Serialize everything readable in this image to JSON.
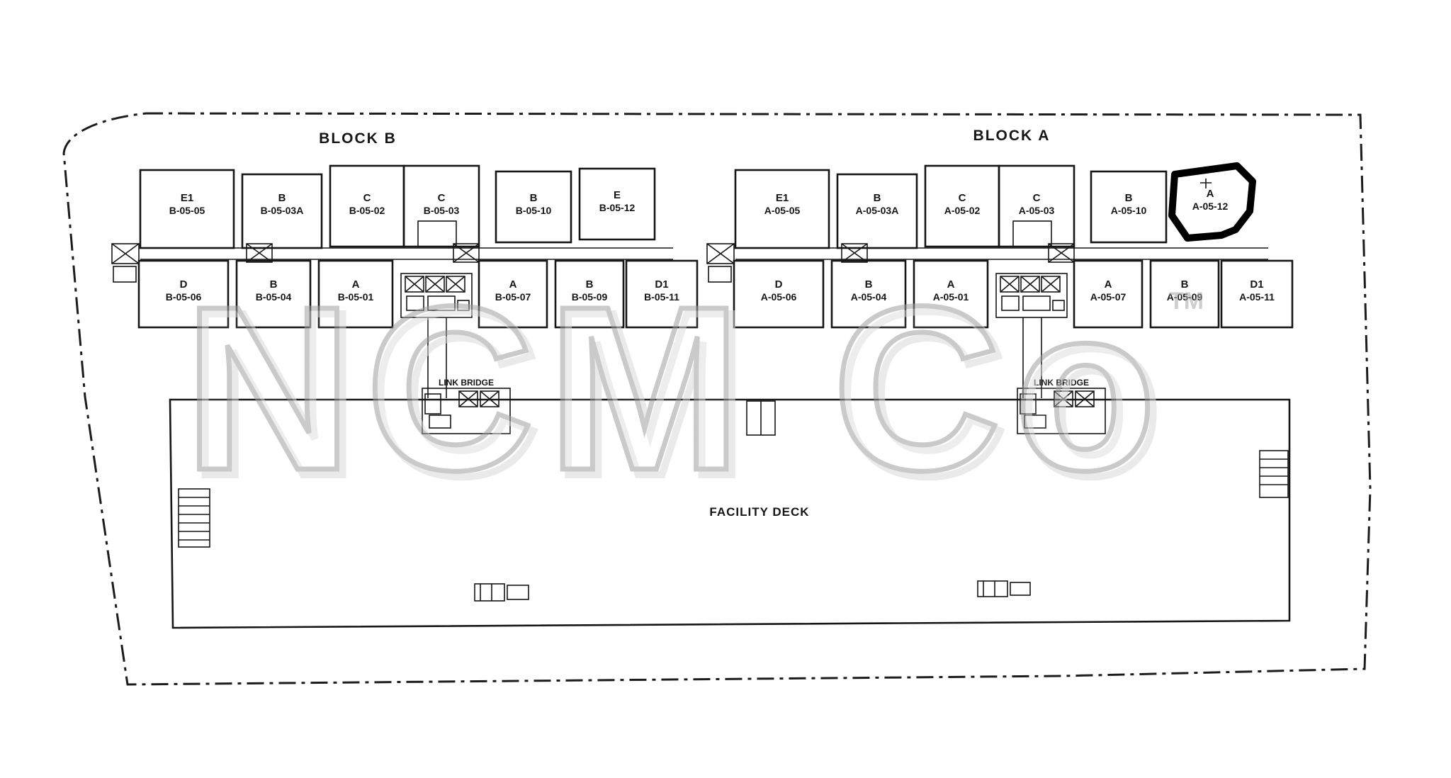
{
  "page": {
    "background": "#ffffff",
    "ink": "#161616",
    "watermark_color": "#9f9f9f"
  },
  "watermark": {
    "text": "NCM Co",
    "tm": "TM"
  },
  "blocks": {
    "b": {
      "title": "BLOCK B",
      "top": [
        {
          "t": "E1",
          "n": "B-05-05"
        },
        {
          "t": "B",
          "n": "B-05-03A"
        },
        {
          "t": "C",
          "n": "B-05-02"
        },
        {
          "t": "C",
          "n": "B-05-03"
        },
        {
          "t": "B",
          "n": "B-05-10"
        },
        {
          "t": "E",
          "n": "B-05-12"
        }
      ],
      "bottom": [
        {
          "t": "D",
          "n": "B-05-06"
        },
        {
          "t": "B",
          "n": "B-05-04"
        },
        {
          "t": "A",
          "n": "B-05-01"
        },
        {
          "t": "A",
          "n": "B-05-07"
        },
        {
          "t": "B",
          "n": "B-05-09"
        },
        {
          "t": "D1",
          "n": "B-05-11"
        }
      ]
    },
    "a": {
      "title": "BLOCK A",
      "top": [
        {
          "t": "E1",
          "n": "A-05-05"
        },
        {
          "t": "B",
          "n": "A-05-03A"
        },
        {
          "t": "C",
          "n": "A-05-02"
        },
        {
          "t": "C",
          "n": "A-05-03"
        },
        {
          "t": "B",
          "n": "A-05-10"
        },
        {
          "t": "A",
          "n": "A-05-12"
        }
      ],
      "bottom": [
        {
          "t": "D",
          "n": "A-05-06"
        },
        {
          "t": "B",
          "n": "A-05-04"
        },
        {
          "t": "A",
          "n": "A-05-01"
        },
        {
          "t": "A",
          "n": "A-05-07"
        },
        {
          "t": "B",
          "n": "A-05-09"
        },
        {
          "t": "D1",
          "n": "A-05-11"
        }
      ]
    },
    "highlighted_unit": "A-05-12"
  },
  "facility_deck": {
    "label": "FACILITY DECK"
  },
  "link_bridge": {
    "label": "LINK BRIDGE"
  }
}
